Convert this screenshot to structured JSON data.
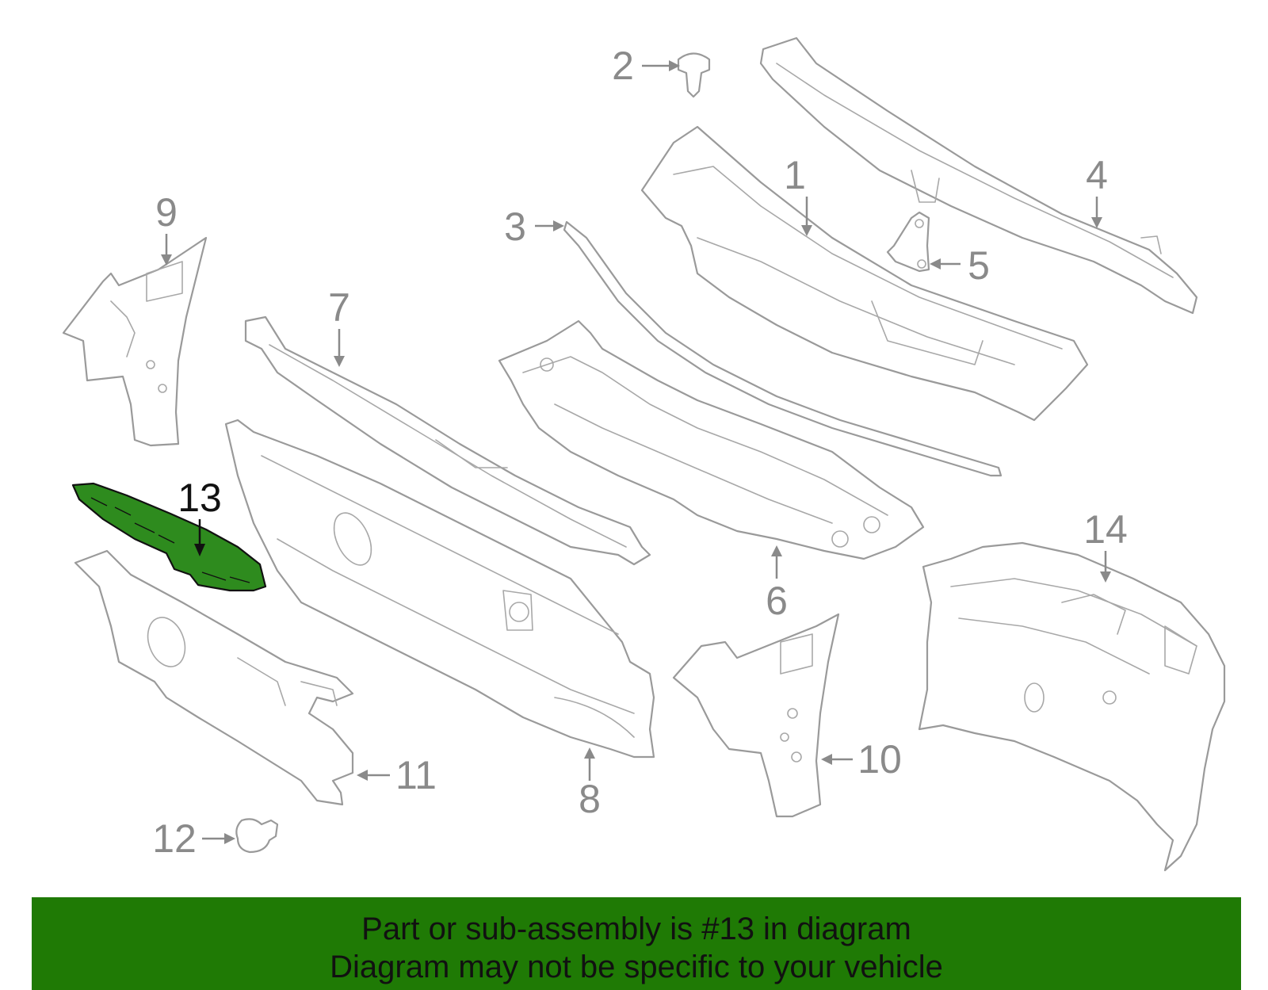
{
  "diagram": {
    "highlighted_part": "13",
    "highlight_color": "#2e8b1e",
    "line_color": "#9a9a9a",
    "callouts": [
      {
        "id": "c1",
        "label": "1"
      },
      {
        "id": "c2",
        "label": "2"
      },
      {
        "id": "c3",
        "label": "3"
      },
      {
        "id": "c4",
        "label": "4"
      },
      {
        "id": "c5",
        "label": "5"
      },
      {
        "id": "c6",
        "label": "6"
      },
      {
        "id": "c7",
        "label": "7"
      },
      {
        "id": "c8",
        "label": "8"
      },
      {
        "id": "c9",
        "label": "9"
      },
      {
        "id": "c10",
        "label": "10"
      },
      {
        "id": "c11",
        "label": "11"
      },
      {
        "id": "c12",
        "label": "12"
      },
      {
        "id": "c13",
        "label": "13"
      },
      {
        "id": "c14",
        "label": "14"
      }
    ]
  },
  "banner": {
    "background": "#1f7a05",
    "line1": "Part or sub-assembly is #13 in diagram",
    "line2": "Diagram may not be specific to your vehicle"
  }
}
